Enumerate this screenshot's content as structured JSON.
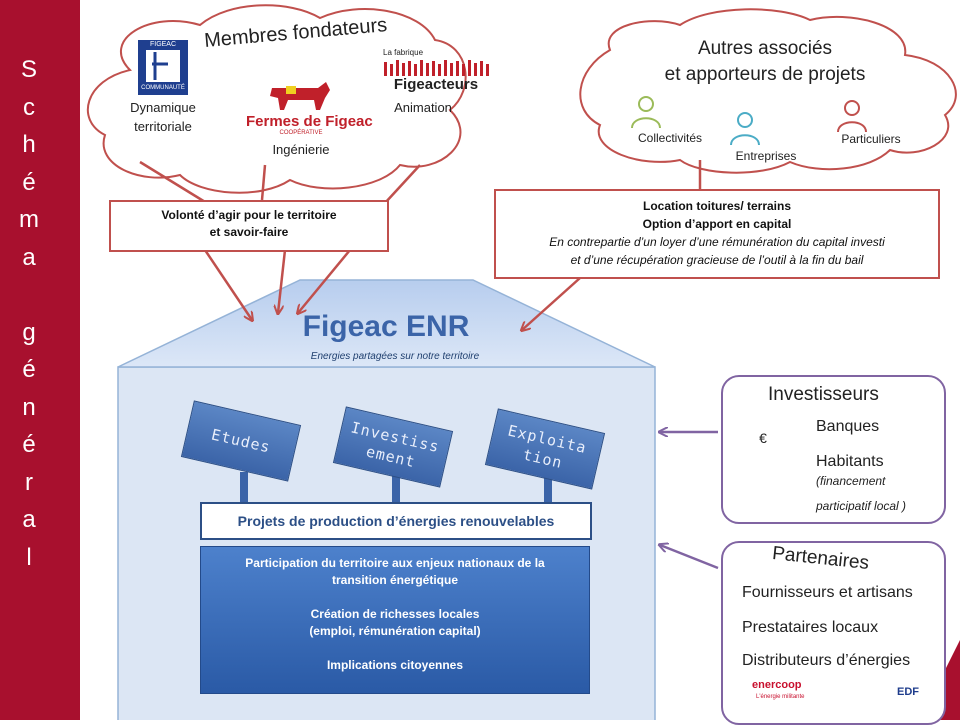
{
  "sidebar": {
    "title_letters": [
      "S",
      "c",
      "h",
      "é",
      "m",
      "a",
      "",
      "g",
      "é",
      "n",
      "é",
      "r",
      "a",
      "l"
    ]
  },
  "fondateurs": {
    "title": "Membres fondateurs",
    "communaute": {
      "logo_top": "FIGEAC",
      "logo_bottom": "COMMUNAUTÉ",
      "label_line1": "Dynamique",
      "label_line2": "territoriale"
    },
    "fermes": {
      "logo_text": "Fermes de Figeac",
      "logo_sub": "COOPÉRATIVE",
      "label": "Ingénierie"
    },
    "figeacteurs": {
      "logo_top": "La fabrique",
      "logo_text": "Figeacteurs",
      "label": "Animation"
    }
  },
  "associes": {
    "title_line1": "Autres associés",
    "title_line2": "et  apporteurs de projets",
    "items": [
      {
        "label": "Collectivités",
        "color": "#9bbb59"
      },
      {
        "label": "Entreprises",
        "color": "#4bacc6"
      },
      {
        "label": "Particuliers",
        "color": "#c0504d"
      }
    ]
  },
  "volonte": {
    "line1": "Volonté d’agir pour le territoire",
    "line2": "et savoir-faire"
  },
  "location": {
    "line1": "Location toitures/ terrains",
    "line2": "Option d’apport en capital",
    "line3": "En contrepartie d’un loyer d’une rémunération du capital investi",
    "line4": "et d’une récupération gracieuse de l’outil à la fin du bail"
  },
  "house": {
    "title": "Figeac ENR",
    "subtitle": "Energies partagées sur notre territoire"
  },
  "signs": [
    {
      "line1": "Etudes",
      "line2": ""
    },
    {
      "line1": "Investiss",
      "line2": "ement"
    },
    {
      "line1": "Exploita",
      "line2": "tion"
    }
  ],
  "projets": "Projets de production d’énergies renouvelables",
  "blue_box": {
    "l1": "Participation du territoire aux enjeux nationaux de la",
    "l2": "transition énergétique",
    "l3": "Création de richesses locales",
    "l4": "(emploi, rémunération capital)",
    "l5": "Implications citoyennes"
  },
  "investisseurs": {
    "title": "Investisseurs",
    "banques": "Banques",
    "banque_symbol": "€",
    "habitants": "Habitants",
    "habitants_note1": "(financement",
    "habitants_note2": "participatif local )"
  },
  "partenaires": {
    "title": "Partenaires",
    "items": [
      "Fournisseurs et artisans",
      "Prestataires locaux",
      "Distributeurs d’énergies"
    ],
    "enercoop": "enercoop",
    "enercoop_sub": "L'énergie militante",
    "edf": "EDF"
  },
  "colors": {
    "sidebar": "#a8102e",
    "red_arrow": "#c0504d",
    "purple": "#8064a2",
    "blue": "#3b64a8"
  }
}
